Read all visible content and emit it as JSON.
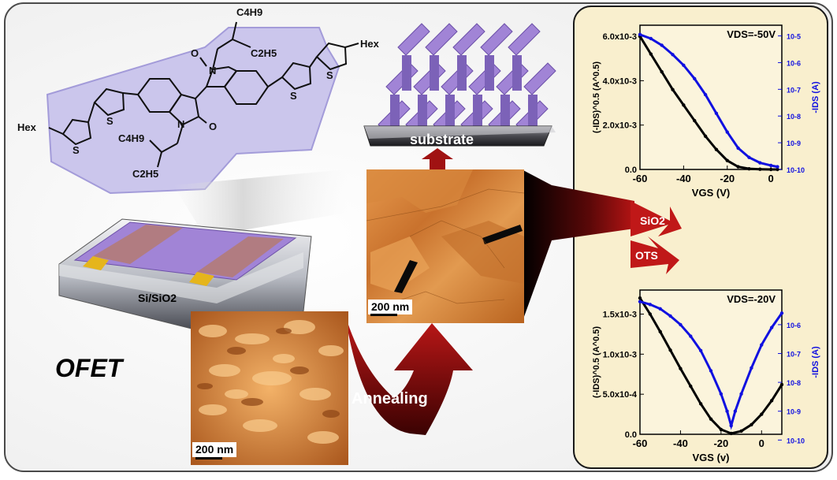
{
  "molecule": {
    "hex_left": "Hex",
    "hex_right": "Hex",
    "c4h9_top": "C4H9",
    "c2h5_top": "C2H5",
    "c4h9_bottom": "C4H9",
    "c2h5_bottom": "C2H5",
    "n_top": "N",
    "n_bottom": "N",
    "o_top": "O",
    "o_bottom": "O",
    "s_labels": [
      "S",
      "S",
      "S",
      "S"
    ]
  },
  "device": {
    "substrate_label": "Si/SiO2"
  },
  "ofet_label": "OFET",
  "crystal": {
    "substrate_label": "substrate"
  },
  "afm_top": {
    "scale_label": "200 nm"
  },
  "afm_bottom": {
    "scale_label": "200 nm"
  },
  "annealing_label": "Annealing",
  "surfaces": {
    "sio2": "SiO2",
    "ots": "OTS"
  },
  "colors": {
    "molecule_bg": "#c9c4ec",
    "panel_bg": "#f9efce",
    "arrow_red": "#b01515",
    "crystal_purple": "#a184d6",
    "sqrt_curve": "#000000",
    "log_curve": "#1010e0"
  },
  "chart_data": [
    {
      "type": "line",
      "title": "VDS=-50V",
      "xlabel": "VGS (V)",
      "ylabel_left": "(-IDS)^0.5 (A^0.5)",
      "ylabel_right": "-IDS (A)",
      "xlim": [
        -60,
        5
      ],
      "x_ticks": [
        -60,
        -40,
        -20,
        0
      ],
      "y_left_ticks": [
        "0.0",
        "2.0x10-3",
        "4.0x10-3",
        "6.0x10-3"
      ],
      "y_left_range": [
        0,
        0.0065
      ],
      "y_right_ticks": [
        "10-10",
        "10-9",
        "10-8",
        "10-7",
        "10-6",
        "10-5"
      ],
      "y_right_range": [
        -10,
        -4.6
      ],
      "series": [
        {
          "axis": "left",
          "x": [
            -60,
            -55,
            -50,
            -45,
            -40,
            -35,
            -30,
            -25,
            -20,
            -15,
            -10,
            -5,
            0,
            3
          ],
          "y": [
            0.006,
            0.0052,
            0.0044,
            0.0036,
            0.0029,
            0.0022,
            0.0015,
            0.0009,
            0.0004,
            0.00012,
            3e-05,
            1e-05,
            0.0,
            0.0
          ]
        },
        {
          "axis": "right",
          "x": [
            -60,
            -55,
            -50,
            -45,
            -40,
            -35,
            -30,
            -25,
            -20,
            -15,
            -10,
            -5,
            0,
            3
          ],
          "y": [
            -4.95,
            -5.1,
            -5.35,
            -5.7,
            -6.1,
            -6.6,
            -7.2,
            -7.9,
            -8.6,
            -9.2,
            -9.55,
            -9.75,
            -9.85,
            -9.9
          ]
        }
      ]
    },
    {
      "type": "line",
      "title": "VDS=-20V",
      "xlabel": "VGS (v)",
      "ylabel_left": "(-IDS)^0.5 (A^0.5)",
      "ylabel_right": "-IDS (A)",
      "xlim": [
        -60,
        10
      ],
      "x_ticks": [
        -60,
        -40,
        -20,
        0
      ],
      "y_left_ticks": [
        "0.0",
        "5.0x10-4",
        "1.0x10-3",
        "1.5x10-3"
      ],
      "y_left_range": [
        0,
        0.0018
      ],
      "y_right_ticks": [
        "10-10",
        "10-9",
        "10-8",
        "10-7",
        "10-6"
      ],
      "y_right_range": [
        -10.8,
        -5.8
      ],
      "series": [
        {
          "axis": "left",
          "x": [
            -60,
            -55,
            -50,
            -45,
            -40,
            -35,
            -30,
            -25,
            -20,
            -15,
            -10,
            -5,
            0,
            5,
            10
          ],
          "y": [
            0.0017,
            0.0015,
            0.00128,
            0.00105,
            0.00082,
            0.0006,
            0.00038,
            0.00019,
            6e-05,
            1e-05,
            4e-05,
            0.00012,
            0.00025,
            0.00042,
            0.00062
          ]
        },
        {
          "axis": "right",
          "x": [
            -60,
            -55,
            -50,
            -45,
            -40,
            -35,
            -30,
            -25,
            -20,
            -17,
            -15,
            -13,
            -10,
            -5,
            0,
            5,
            10
          ],
          "y": [
            -6.2,
            -6.3,
            -6.45,
            -6.7,
            -7.0,
            -7.4,
            -7.9,
            -8.6,
            -9.4,
            -10.0,
            -10.5,
            -10.0,
            -9.4,
            -8.5,
            -7.7,
            -7.1,
            -6.6
          ]
        }
      ]
    }
  ]
}
